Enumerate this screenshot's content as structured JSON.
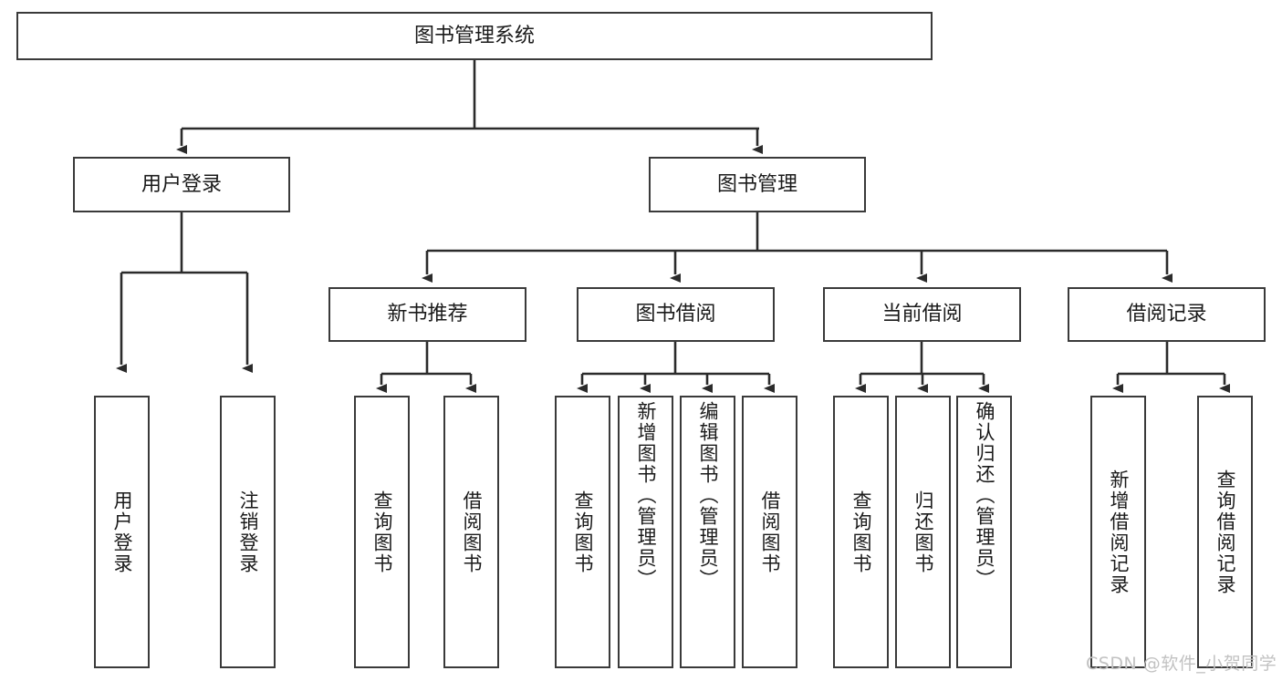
{
  "diagram": {
    "title": "图书管理系统",
    "type": "tree-hierarchy",
    "root": {
      "label": "图书管理系统"
    },
    "level2": [
      {
        "label": "用户登录"
      },
      {
        "label": "图书管理"
      }
    ],
    "level3": [
      {
        "label": "新书推荐"
      },
      {
        "label": "图书借阅"
      },
      {
        "label": "当前借阅"
      },
      {
        "label": "借阅记录"
      }
    ],
    "leaves": {
      "user_login": [
        {
          "label": "用户登录"
        },
        {
          "label": "注销登录"
        }
      ],
      "new_book_recommend": [
        {
          "label": "查询图书"
        },
        {
          "label": "借阅图书"
        }
      ],
      "book_borrow": [
        {
          "label": "查询图书"
        },
        {
          "label": "新增图书（管理员）"
        },
        {
          "label": "编辑图书（管理员）"
        },
        {
          "label": "借阅图书"
        }
      ],
      "current_borrow": [
        {
          "label": "查询图书"
        },
        {
          "label": "归还图书"
        },
        {
          "label": "确认归还（管理员）"
        }
      ],
      "borrow_record": [
        {
          "label": "新增借阅记录"
        },
        {
          "label": "查询借阅记录"
        }
      ]
    }
  },
  "watermark": {
    "text": "CSDN @软件_小贺同学"
  },
  "colors": {
    "stroke": "#3a3a3a",
    "text": "#1a1a1a",
    "background": "#ffffff",
    "watermark": "#c2c2c2"
  }
}
